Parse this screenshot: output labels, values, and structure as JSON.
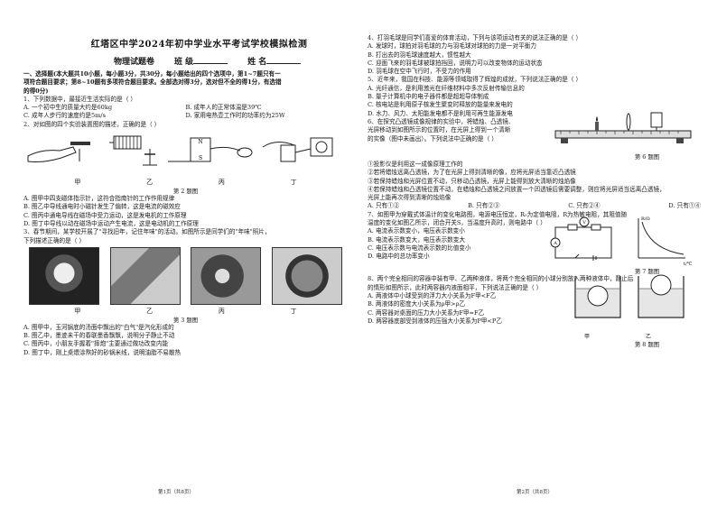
{
  "left": {
    "title": "红塔区中学2024年初中学业水平考试学校模拟检测",
    "subtitle": "物理试题卷",
    "class_label": "班  级",
    "name_label": "姓  名",
    "lines": [
      "一、选择题(本大题共10小题，每小题3分，共30分，每小题给出的四个选项中，第1~7题只有一",
      "项符合题目要求；第8~10题有多项符合题目要求。全部选对得3分，选对但不全的得1分，有选错",
      "的得0分)",
      "1、下列数据中，最接近生活实际的是（        ）"
    ],
    "q1_opts": [
      [
        "A. 一个初中生的质量大约是60kg",
        "B. 成年人的正常体温是39℃"
      ],
      [
        "C. 成年人步行的速度约是5m/s",
        "D. 家用电热壶工作时的功率约为25W"
      ]
    ],
    "q2": "2、对如图的四个实验装置图的描述，正确的是（    ）",
    "q2_labels": [
      "甲",
      "乙",
      "丙",
      "丁"
    ],
    "q2_caption": "第 2 题图",
    "q2_opts": [
      "A. 图甲中四支磁体指示针，这符合指南针的工作作用规律",
      "B. 图乙中导线通电时小磁针发生了偏转，这是电流的磁效应",
      "C. 图丙中通电导线在磁场中受力运动，这是发电机的工作原理",
      "D. 图丁中导线以动在磁场中运动产生电流，这是电动机的工作原理"
    ],
    "q3": "3、春节期间，某学校开展了\"寻找旧年，记住年味\"的活动。如图所示是同学们的\"年味\"照片，",
    "q3b": "下列描述正确的是（    ）",
    "q3_labels": [
      "甲",
      "乙",
      "丙",
      "丁"
    ],
    "q3_caption": "第 3 题图",
    "q3_opts": [
      "A. 图甲中，玉河锅底的汤面中飘出的\"白气\"是汽化形成的",
      "B. 图乙中，墨迹未干的春联墨香飘飘，说明分子静止不动",
      "C. 图丙中，小朋友手握着\"摔炮\"主要通过做功改变内能",
      "D. 图丁中，刚上桌煨涂熬好的砂锅米线，说明油脂不易散热"
    ],
    "footer": "第1页（共8页）"
  },
  "right": {
    "q4": "4、打羽毛球是同学们喜爱的体育活动，下列与该项运动有关的说法正确的是（    ）",
    "q4_opts": [
      "A. 发球时，球拍对羽毛球的力与羽毛球对球拍的力是一对平衡力",
      "B. 打出去的羽毛球速度越大，惯性越大",
      "C. 迎面飞来的羽毛球被球拍挡回，说明力可以改变物体的运动状态",
      "D. 羽毛球在空中飞行时，不受力的作用"
    ],
    "q5": "5、近年来，我国在科技、能源等领域取得了辉煌的成就，下列说法正确的是（    ）",
    "q5_opts": [
      "A. 光纤通信，是利用激光在纤维材料中多次反射传输信息的",
      "B. 量子计算机中的电子器件都是超超导体制成",
      "C. 核电站是利用原子核发生聚变时释放的能量来发电的",
      "D. 水力、风力、太阳能发电都不是利用可再生能源发电"
    ],
    "q6a": "6、在探究凸透镜成像规律的实验中，将蜡烛、凸透镜、",
    "q6b": "光屏移动到如图所示的位置时，在光屏上得到一个清晰",
    "q6c": "的实像（图中未画出）。下列说法中正确的是（    ）",
    "q6_caption": "第 6 题图",
    "q6_items": [
      "①投影仪是利用这一成像原理工作的",
      "②若将蜡烛远离凸透镜，为了在光屏上得到清晰的像，应将光屏适当靠近凸透镜",
      "③若保持蜡烛和光屏位置不动，只移动凸透镜，光屏上能得到放大清晰的烛焰像",
      "④若保持蜡烛和凸透镜位置不动，在蜡烛和凸透镜之间放置一个凹透镜后需要调整，则应将光屏适当远离凸透镜，",
      "光屏上能再次得到清晰的烛焰像"
    ],
    "q6_opts": [
      "A. 只有①②",
      "B. 只有②③",
      "C. 只有②④",
      "D. 只有①④"
    ],
    "q7a": "7、如图甲为穿戴式体温计的变化电路图，电源电压恒定，R₀为定值电阻，R为热敏电阻，其阻值随",
    "q7b": "温度的变化如图乙所示，闭合开关S，当温度升高时，则电路中（    ）",
    "q7_opts": [
      "A. 电流表示数变小，电压表示数变小",
      "B. 电流表示数变大，电压表示数变大",
      "C. 电压表示数与电流表示数的比值变小",
      "D. 电路中的总功率变小"
    ],
    "q7_caption": "第 7 题图",
    "q8a": "8、两个完全相同的容器中装有甲、乙两种液体，将两个完全相同的小球分别放入两种液体中，静止后",
    "q8b": "的情形如图所示，此时两容器内液面相平，下列说法正确的是（    ）",
    "q8_opts": [
      "A. 两液体中小球受到的浮力大小关系为F甲<F乙",
      "B. 两液体的密度大小关系为ρ甲>ρ乙",
      "C. 两容器对桌面的压力大小关系为F甲=F乙",
      "D. 两容器底部受到液体的压强大小关系为P甲<P乙"
    ],
    "q8_labels": [
      "甲",
      "乙"
    ],
    "q8_caption": "第 8 题图",
    "footer": "第2页（共8页）"
  }
}
